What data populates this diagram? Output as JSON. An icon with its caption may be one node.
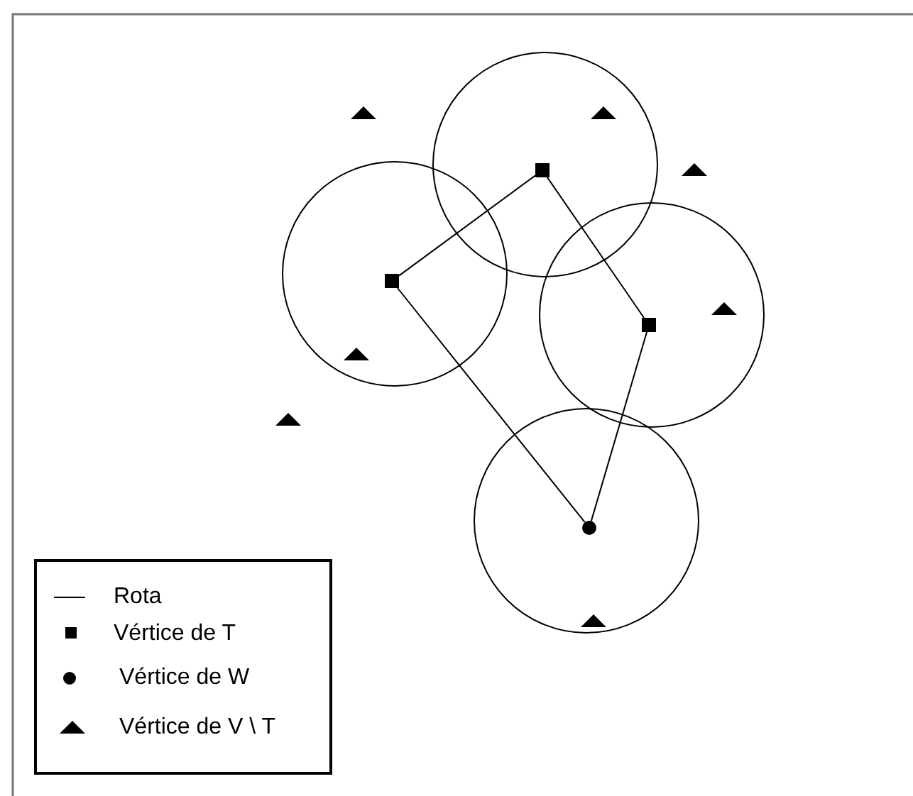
{
  "diagram": {
    "nodes": [
      {
        "text": [],
        "shape": "box"
      },
      {
        "text": [],
        "shape": "box"
      },
      {
        "text": [],
        "shape": "box"
      },
      {
        "text": [],
        "shape": "circle"
      }
    ],
    "edges": [
      {
        "from": 1,
        "to": 0,
        "arrow": "none"
      },
      {
        "from": 0,
        "to": 2,
        "arrow": "none"
      },
      {
        "from": 2,
        "to": 3,
        "arrow": "none"
      },
      {
        "from": 3,
        "to": 1,
        "arrow": "none"
      }
    ],
    "legend": [
      {
        "text": "Rota"
      },
      {
        "text": "Vértice de T"
      },
      {
        "text": "Vértice de W"
      },
      {
        "text": "Vértice de V \\ T"
      }
    ]
  }
}
